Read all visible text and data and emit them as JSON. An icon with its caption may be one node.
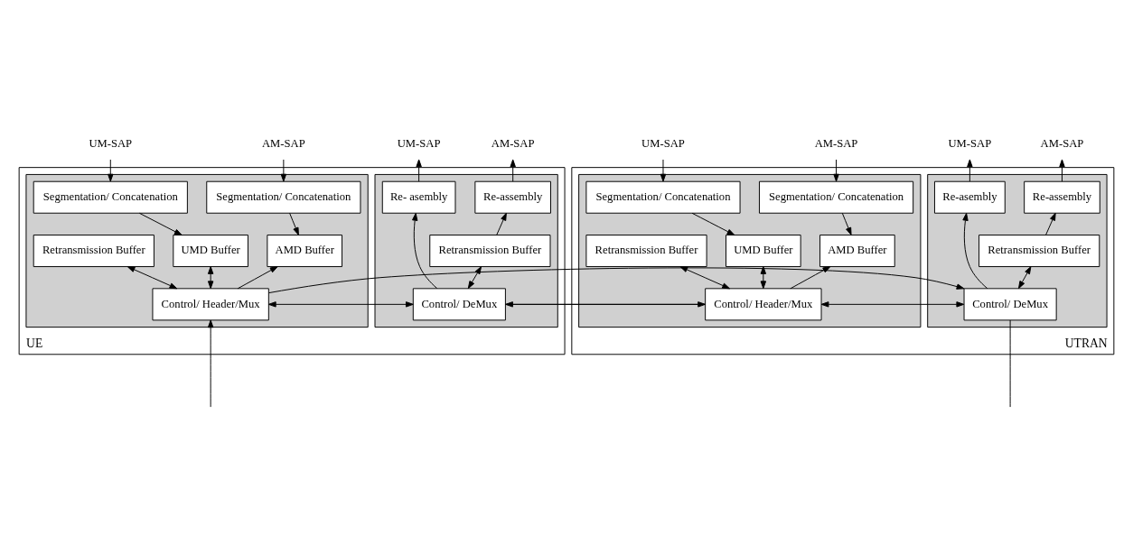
{
  "diagram": {
    "nodes": [
      {
        "text": [
          "UM-SAP"
        ]
      },
      {
        "text": [
          "AM-SAP"
        ]
      },
      {
        "text": [
          "UM-SAP"
        ]
      },
      {
        "text": [
          "AM-SAP"
        ]
      },
      {
        "text": [
          "UM-SAP"
        ]
      },
      {
        "text": [
          "AM-SAP"
        ]
      },
      {
        "text": [
          "UM-SAP"
        ]
      },
      {
        "text": [
          "AM-SAP"
        ]
      },
      {
        "text": [
          "UE"
        ]
      },
      {
        "text": [],
        "shape": "box",
        "in": 8
      },
      {
        "text": [
          "Segmentation/ Concatenation"
        ],
        "in": 9
      },
      {
        "text": [
          "Segmentation/ Concatenation"
        ],
        "in": 9
      },
      {
        "text": [
          "UMD Buffer"
        ],
        "in": 9
      },
      {
        "text": [
          "AMD Buffer"
        ],
        "in": 9
      },
      {
        "text": [
          "Retransmission Buffer"
        ],
        "in": 9
      },
      {
        "text": [
          "Control/ Header/Mux"
        ],
        "in": 9
      },
      {
        "text": [],
        "shape": "box",
        "in": 8
      },
      {
        "text": [
          "Re- asembly"
        ],
        "in": 16
      },
      {
        "text": [
          "Re-assembly"
        ],
        "in": 16
      },
      {
        "text": [
          "Retransmission Buffer"
        ],
        "in": 16
      },
      {
        "text": [
          "Control/ DeMux"
        ],
        "in": 16
      },
      {
        "text": [
          "UTRAN"
        ]
      },
      {
        "text": [],
        "shape": "box",
        "in": 21
      },
      {
        "text": [
          "Segmentation/ Concatenation"
        ],
        "in": 22
      },
      {
        "text": [
          "Segmentation/ Concatenation"
        ],
        "in": 22
      },
      {
        "text": [
          "UMD Buffer"
        ],
        "in": 22
      },
      {
        "text": [
          "AMD Buffer"
        ],
        "in": 22
      },
      {
        "text": [
          "Retransmission Buffer"
        ],
        "in": 22
      },
      {
        "text": [
          "Control/ Header/Mux"
        ],
        "in": 22
      },
      {
        "text": [],
        "shape": "box",
        "in": 21
      },
      {
        "text": [
          "Re-asembly"
        ],
        "in": 29
      },
      {
        "text": [
          "Re-assembly"
        ],
        "in": 29
      },
      {
        "text": [
          "Retransmission Buffer"
        ],
        "in": 29
      },
      {
        "text": [
          "Control/ DeMux"
        ],
        "in": 29
      }
    ],
    "edges": [
      {
        "from": 0,
        "to": 10,
        "arrow": "to"
      },
      {
        "from": 1,
        "to": 11,
        "arrow": "to"
      },
      {
        "from": 10,
        "to": 12,
        "arrow": "to"
      },
      {
        "from": 11,
        "to": 13,
        "arrow": "to"
      },
      {
        "from": 12,
        "to": 15,
        "arrow": "both"
      },
      {
        "from": 15,
        "to": 13,
        "arrow": "to"
      },
      {
        "from": 14,
        "to": 15,
        "arrow": "both"
      },
      {
        "from": 15,
        "to": 20,
        "arrow": "both"
      },
      {
        "from": 20,
        "to": 17,
        "arrow": "to"
      },
      {
        "from": 20,
        "to": 19,
        "arrow": "both"
      },
      {
        "from": 19,
        "to": 18,
        "arrow": "to"
      },
      {
        "from": 18,
        "to": 3,
        "arrow": "to"
      },
      {
        "from": 17,
        "to": 2,
        "arrow": "to"
      },
      {
        "from": 4,
        "to": 23,
        "arrow": "to"
      },
      {
        "from": 5,
        "to": 24,
        "arrow": "to"
      },
      {
        "from": 23,
        "to": 25,
        "arrow": "to"
      },
      {
        "from": 24,
        "to": 26,
        "arrow": "to"
      },
      {
        "from": 25,
        "to": 28,
        "arrow": "both"
      },
      {
        "from": 28,
        "to": 26,
        "arrow": "to"
      },
      {
        "from": 27,
        "to": 28,
        "arrow": "both"
      },
      {
        "from": 28,
        "to": 33,
        "arrow": "both"
      },
      {
        "from": 33,
        "to": 30,
        "arrow": "to"
      },
      {
        "from": 33,
        "to": 32,
        "arrow": "both"
      },
      {
        "from": 32,
        "to": 31,
        "arrow": "to"
      },
      {
        "from": 31,
        "to": 7,
        "arrow": "to"
      },
      {
        "from": 30,
        "to": 6,
        "arrow": "to"
      },
      {
        "from": 15,
        "to": 33,
        "arrow": "to"
      },
      {
        "from": 20,
        "to": 28,
        "arrow": "to"
      },
      {
        "from": 28,
        "to": 20,
        "arrow": "to"
      },
      {
        "from": null,
        "to": 15,
        "arrow": "to"
      },
      {
        "from": 33,
        "to": null,
        "arrow": "none"
      }
    ]
  }
}
